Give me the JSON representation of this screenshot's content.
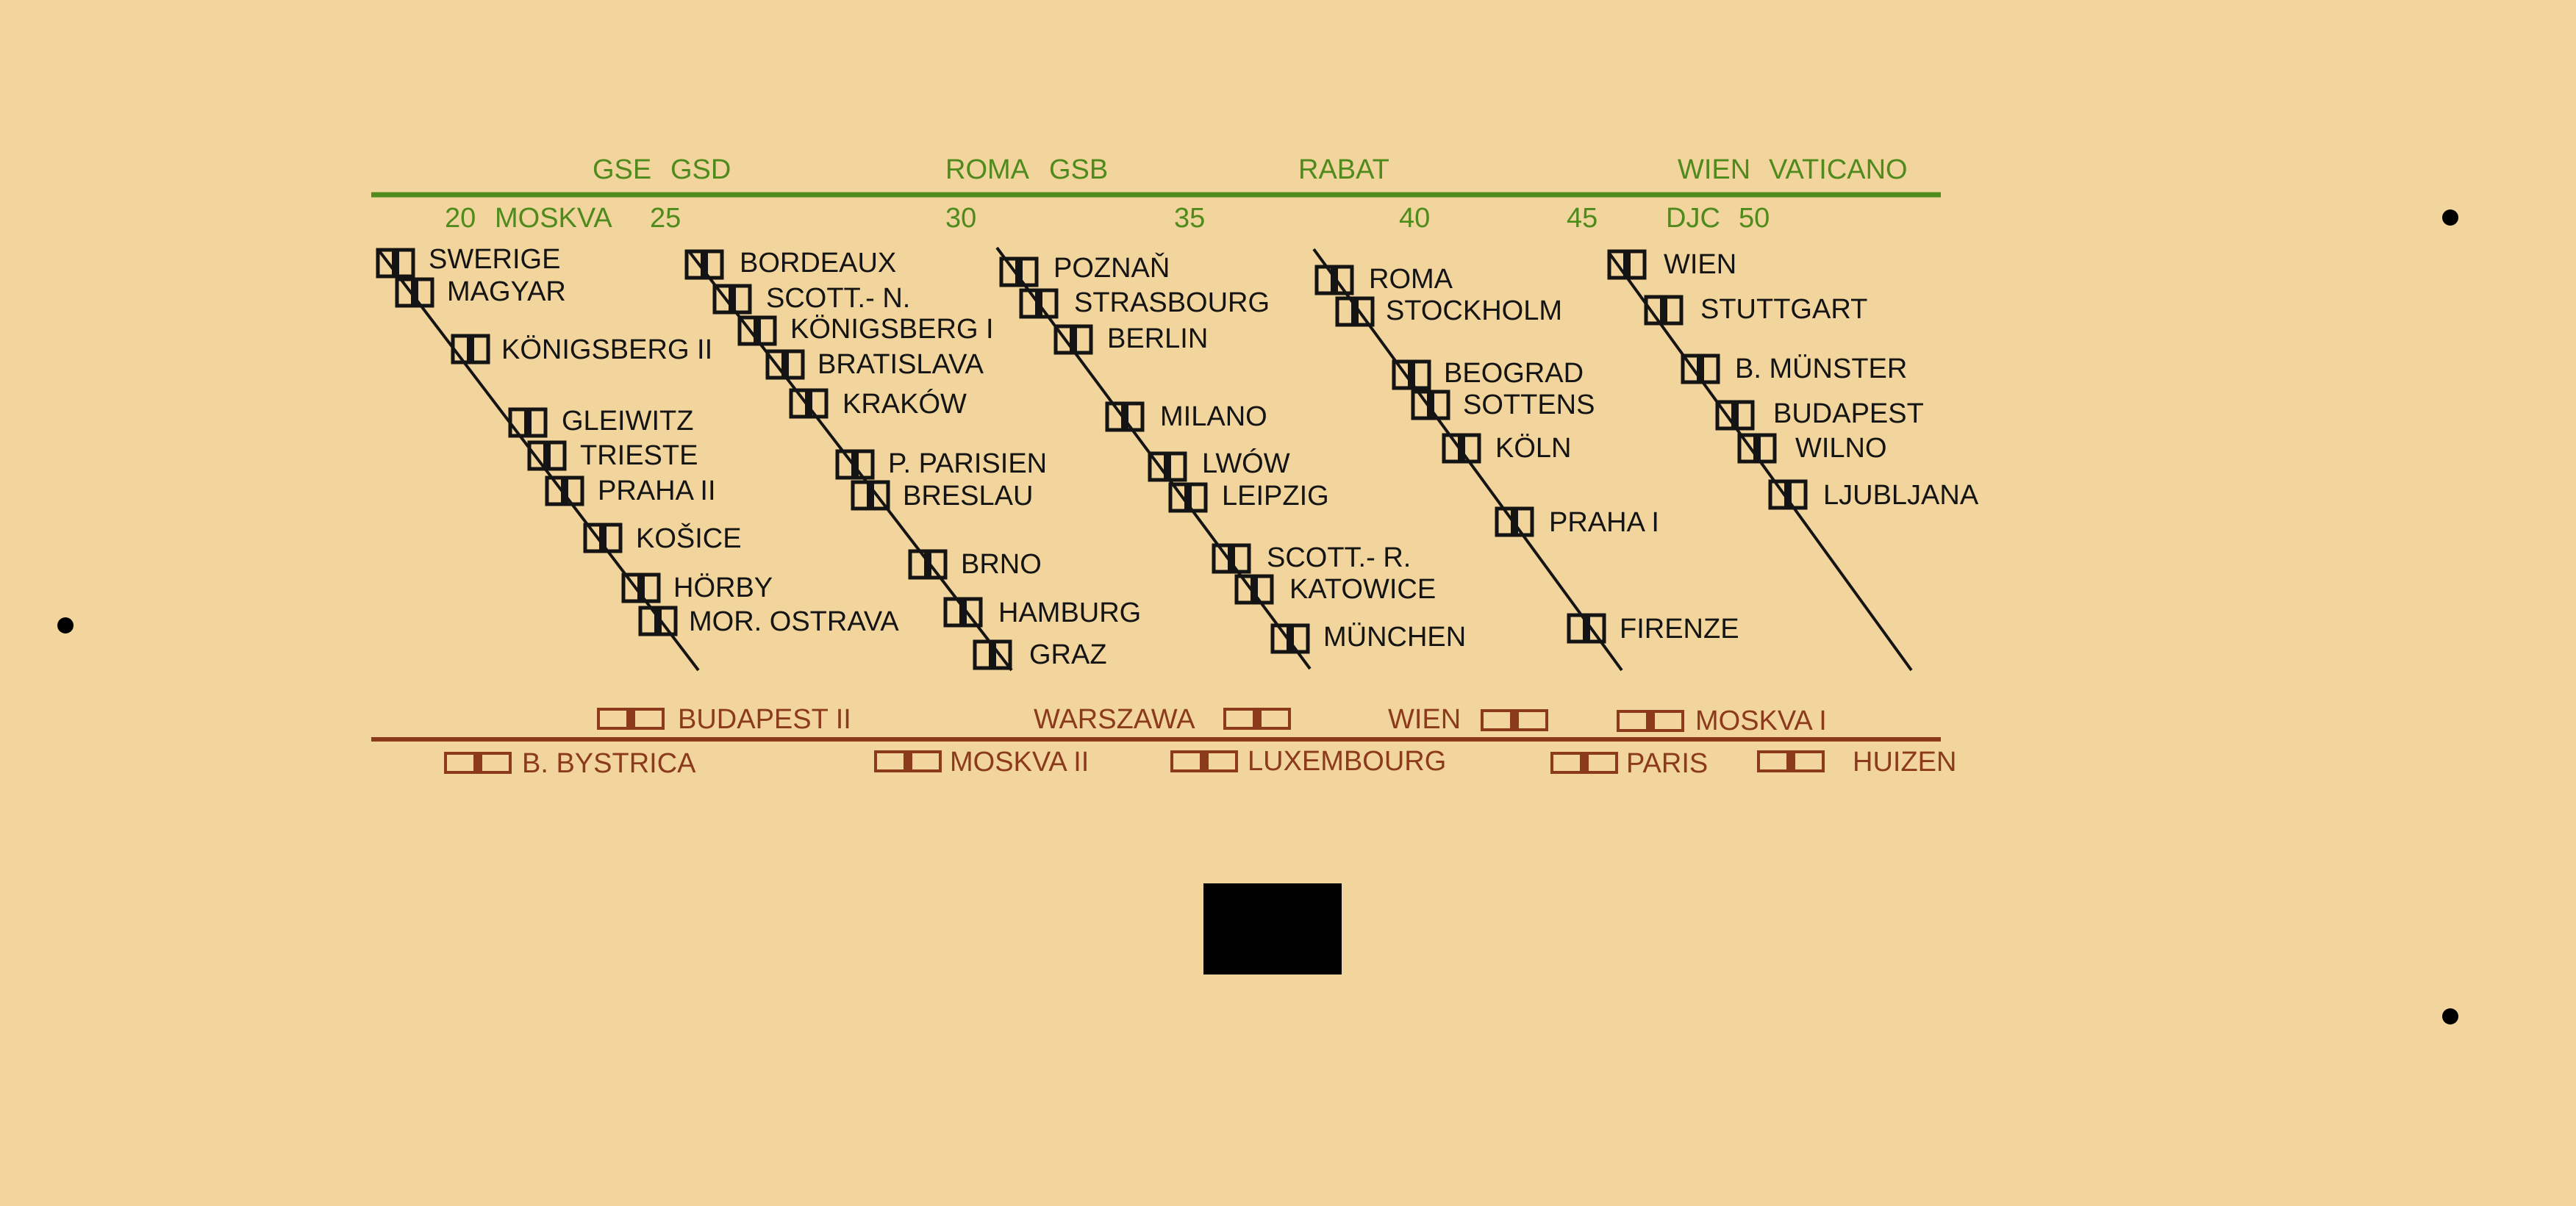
{
  "colors": {
    "background": "#f2d59d",
    "green": "#4e8a1c",
    "brown": "#8b3a1c",
    "black": "#141414"
  },
  "top_labels": [
    "GSE",
    "GSD",
    "ROMA",
    "GSB",
    "RABAT",
    "WIEN",
    "VATICANO"
  ],
  "scale_labels": [
    "20",
    "MOSKVA",
    "25",
    "30",
    "35",
    "40",
    "45",
    "DJC",
    "50"
  ],
  "columns": [
    [
      "SWERIGE",
      "MAGYAR",
      "KÖNIGSBERG II",
      "GLEIWITZ",
      "TRIESTE",
      "PRAHA II",
      "KOŠICE",
      "HÖRBY",
      "MOR. OSTRAVA"
    ],
    [
      "BORDEAUX",
      "SCOTT.- N.",
      "KÖNIGSBERG I",
      "BRATISLAVA",
      "KRAKÓW",
      "P. PARISIEN",
      "BRESLAU",
      "BRNO",
      "HAMBURG",
      "GRAZ"
    ],
    [
      "POZNAŇ",
      "STRASBOURG",
      "BERLIN",
      "MILANO",
      "LWÓW",
      "LEIPZIG",
      "SCOTT.- R.",
      "KATOWICE",
      "MÜNCHEN"
    ],
    [
      "ROMA",
      "STOCKHOLM",
      "BEOGRAD",
      "SOTTENS",
      "KÖLN",
      "PRAHA I",
      "FIRENZE"
    ],
    [
      "WIEN",
      "STUTTGART",
      "B. MÜNSTER",
      "BUDAPEST",
      "WILNO",
      "LJUBLJANA"
    ]
  ],
  "lw_upper": [
    "BUDAPEST II",
    "WARSZAWA",
    "WIEN",
    "MOSKVA I"
  ],
  "lw_lower": [
    "B. BYSTRICA",
    "MOSKVA II",
    "LUXEMBOURG",
    "PARIS",
    "HUIZEN"
  ]
}
